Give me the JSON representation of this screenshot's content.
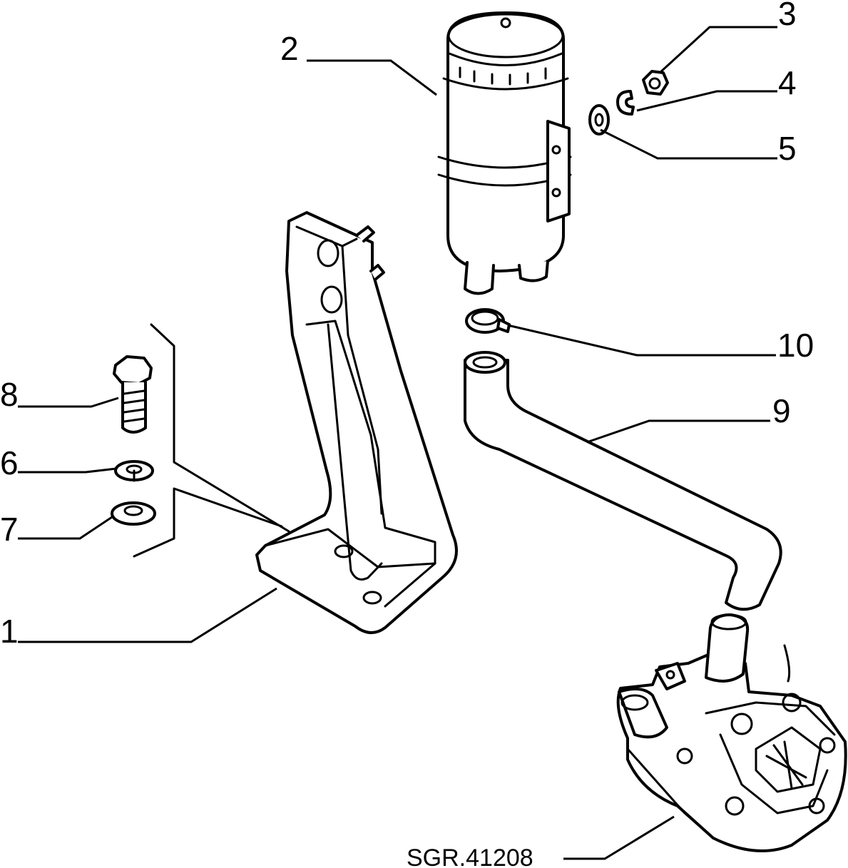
{
  "diagram": {
    "reference_code": "SGR.41208",
    "callouts": [
      "1",
      "2",
      "3",
      "4",
      "5",
      "6",
      "7",
      "8",
      "9",
      "10"
    ]
  }
}
